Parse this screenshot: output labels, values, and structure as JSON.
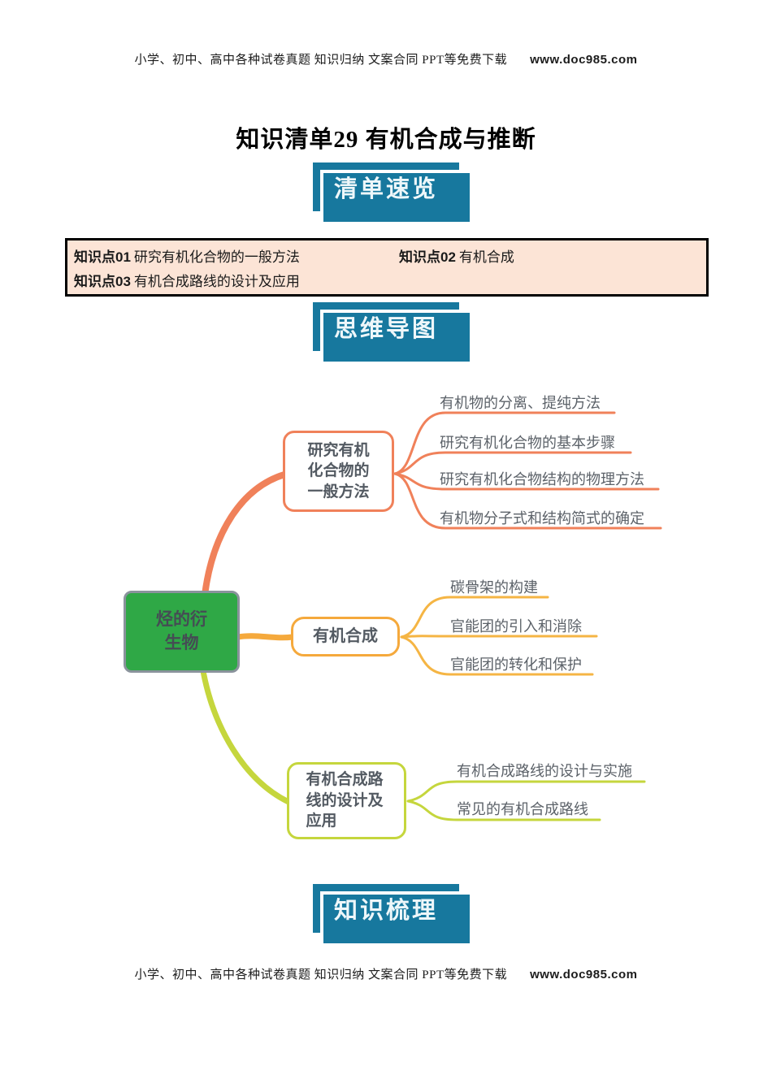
{
  "page": {
    "header": {
      "text": "小学、初中、高中各种试卷真题  知识归纳  文案合同  PPT等免费下载",
      "url": "www.doc985.com"
    },
    "footer": {
      "text": "小学、初中、高中各种试卷真题  知识归纳  文案合同  PPT等免费下载",
      "url": "www.doc985.com"
    },
    "title": "知识清单29 有机合成与推断",
    "banners": {
      "overview": "清单速览",
      "mindmap": "思维导图",
      "knowledge": "知识梳理"
    }
  },
  "summary_box": {
    "items": [
      {
        "label": "知识点01",
        "text": "研究有机化合物的一般方法"
      },
      {
        "label": "知识点02",
        "text": "有机合成"
      },
      {
        "label": "知识点03",
        "text": "有机合成路线的设计及应用"
      }
    ]
  },
  "mindmap": {
    "root": {
      "label": "烃的衍生物",
      "fill_color": "#2FA846",
      "border_color": "#8A939C"
    },
    "branches": [
      {
        "label": "研究有机化合物的一般方法",
        "color": "#F0815A",
        "children": [
          "有机物的分离、提纯方法",
          "研究有机化合物的基本步骤",
          "研究有机化合物结构的物理方法",
          "有机物分子式和结构简式的确定"
        ]
      },
      {
        "label": "有机合成",
        "color": "#F5A93C",
        "children": [
          "碳骨架的构建",
          "官能团的引入和消除",
          "官能团的转化和保护"
        ]
      },
      {
        "label": "有机合成路线的设计及应用",
        "color": "#C5D63D",
        "children": [
          "有机合成路线的设计与实施",
          "常见的有机合成路线"
        ]
      }
    ]
  },
  "colors": {
    "banner_teal": "#17789E",
    "summary_box_bg": "#FCE4D6",
    "branch_orange": "#F0815A",
    "branch_amber": "#F5A93C",
    "branch_yellow_green": "#C5D63D",
    "root_green": "#2FA846"
  }
}
